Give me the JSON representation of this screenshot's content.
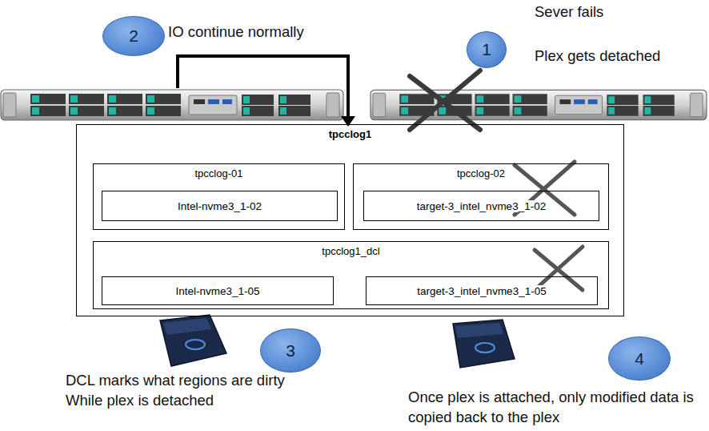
{
  "diagram": {
    "nodes": [
      {
        "text": [
          "2"
        ]
      },
      {
        "text": [
          "1"
        ]
      },
      {
        "text": [
          "tpcclog1"
        ]
      },
      {
        "text": [
          "tpcclog-01"
        ],
        "in": 2
      },
      {
        "text": [
          "Intel-nvme3_1-02"
        ],
        "in": 3
      },
      {
        "text": [
          "tpcclog-02"
        ],
        "in": 2
      },
      {
        "text": [
          "target-3_intel_nvme3_1-02"
        ],
        "in": 5
      },
      {
        "text": [
          "tpcclog1_dcl"
        ],
        "in": 2
      },
      {
        "text": [
          "Intel-nvme3_1-05"
        ],
        "in": 7
      },
      {
        "text": [
          "target-3_intel_nvme3_1-05"
        ],
        "in": 7
      },
      {
        "text": [
          "3"
        ]
      },
      {
        "text": [
          "4"
        ]
      }
    ],
    "labels": [
      "IO continue normally",
      "Sever fails",
      "Plex gets detached",
      "DCL marks what regions are dirty While plex is detached",
      "Once plex is attached, only modified data is copied back to the plex"
    ]
  }
}
